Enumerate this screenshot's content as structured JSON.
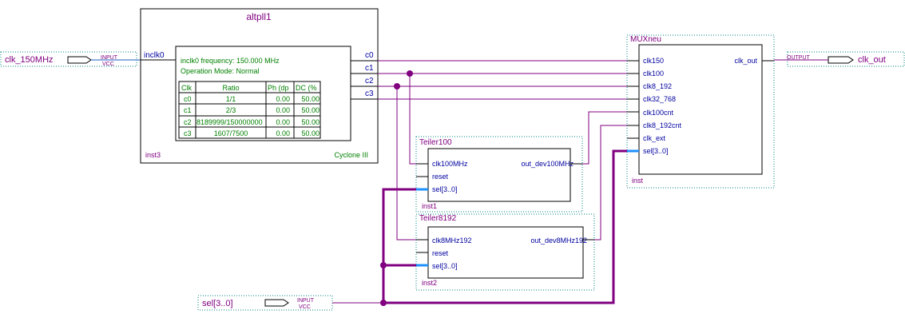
{
  "colors": {
    "purple": "#800080",
    "blue": "#0000a0",
    "green": "#008000",
    "bus_blue": "#1e90ff",
    "wire_blue": "#2060c0",
    "border": "#000000",
    "dotted_frame": "#008080"
  },
  "inputs": {
    "clk": {
      "name": "clk_150MHz",
      "type": "INPUT",
      "default": "VCC"
    },
    "sel": {
      "name": "sel[3..0]",
      "type": "INPUT",
      "default": "VCC"
    }
  },
  "output": {
    "name": "clk_out",
    "type": "OUTPUT"
  },
  "pll": {
    "title": "altpll1",
    "inport": "inclk0",
    "outports": [
      "c0",
      "c1",
      "c2",
      "c3"
    ],
    "freq_line": "inclk0 frequency: 150.000 MHz",
    "mode_line": "Operation Mode: Normal",
    "table_headers": [
      "Clk",
      "Ratio",
      "Ph (dp",
      "DC (%"
    ],
    "table_rows": [
      [
        "c0",
        "1/1",
        "0.00",
        "50.00"
      ],
      [
        "c1",
        "2/3",
        "0.00",
        "50.00"
      ],
      [
        "c2",
        "8189999/150000000",
        "0.00",
        "50.00"
      ],
      [
        "c3",
        "1607/7500",
        "0.00",
        "50.00"
      ]
    ],
    "instance": "inst3",
    "family": "Cyclone III"
  },
  "mux": {
    "title": "MUXneu",
    "inports": [
      "clk150",
      "clk100",
      "clk8_192",
      "clk32_768",
      "clk100cnt",
      "clk8_192cnt",
      "clk_ext",
      "sel[3..0]"
    ],
    "outport": "clk_out",
    "instance": "inst"
  },
  "teiler100": {
    "title": "Teiler100",
    "inports": [
      "clk100MHz",
      "reset",
      "sel[3..0]"
    ],
    "outport": "out_dev100MHz",
    "instance": "inst1"
  },
  "teiler8192": {
    "title": "Teiler8192",
    "inports": [
      "clk8MHz192",
      "reset",
      "sel[3..0]"
    ],
    "outport": "out_dev8MHz192",
    "instance": "inst2"
  }
}
